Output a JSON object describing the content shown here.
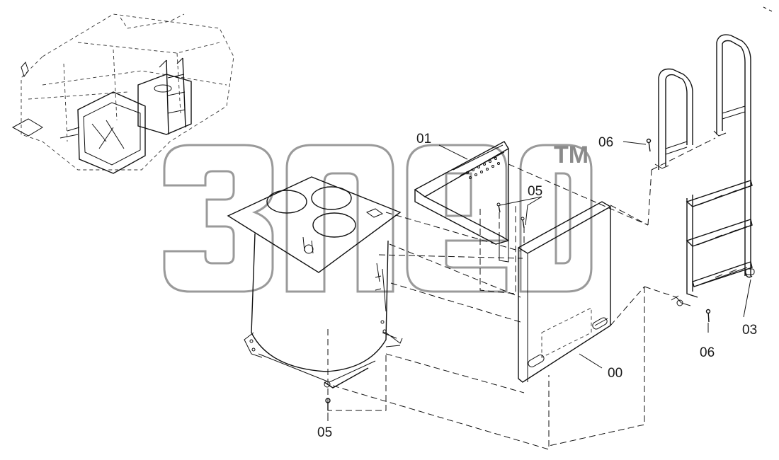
{
  "diagram": {
    "part_labels": {
      "p00": "00",
      "p01": "01",
      "p03": "03",
      "p05_top": "05",
      "p05_bottom": "05",
      "p06_top": "06",
      "p06_bottom": "06"
    },
    "watermark": {
      "trademark": "TM"
    }
  }
}
